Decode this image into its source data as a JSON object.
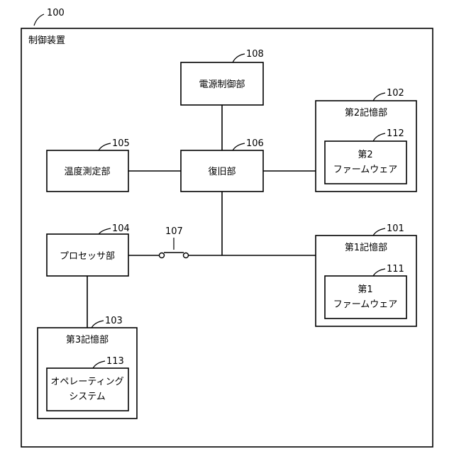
{
  "device": {
    "ref": "100",
    "label": "制御装置"
  },
  "power_control": {
    "ref": "108",
    "label": "電源制御部"
  },
  "second_storage": {
    "ref": "102",
    "label": "第2記憶部",
    "firmware_ref": "112",
    "firmware_lines": [
      "第2",
      "ファームウェア"
    ]
  },
  "temperature": {
    "ref": "105",
    "label": "温度測定部"
  },
  "recovery": {
    "ref": "106",
    "label": "復旧部"
  },
  "processor": {
    "ref": "104",
    "label": "プロセッサ部"
  },
  "switch": {
    "ref": "107"
  },
  "first_storage": {
    "ref": "101",
    "label": "第1記憶部",
    "firmware_ref": "111",
    "firmware_lines": [
      "第1",
      "ファームウェア"
    ]
  },
  "third_storage": {
    "ref": "103",
    "label": "第3記憶部",
    "os_ref": "113",
    "os_lines": [
      "オペレーティング",
      "システム"
    ]
  }
}
